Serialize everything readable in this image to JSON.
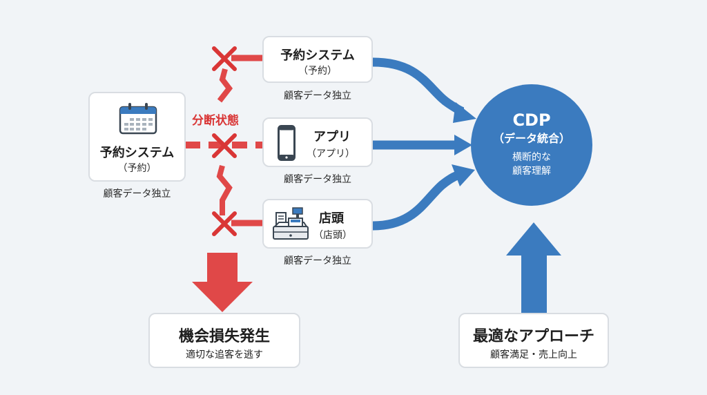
{
  "colors": {
    "background": "#f1f4f7",
    "blue": "#3b7bbf",
    "red": "#e04848",
    "box_border": "#d9dde2"
  },
  "left_box": {
    "icon": "calendar-icon",
    "title": "予約システム",
    "sub": "（予約）",
    "caption": "顧客データ独立"
  },
  "fragmented_label": "分断状態",
  "channels": [
    {
      "icon": "none",
      "title": "予約システム",
      "sub": "（予約）",
      "caption": "顧客データ独立"
    },
    {
      "icon": "smartphone-icon",
      "title": "アプリ",
      "sub": "（アプリ）",
      "caption": "顧客データ独立"
    },
    {
      "icon": "cash-register-icon",
      "title": "店頭",
      "sub": "（店頭）",
      "caption": "顧客データ独立"
    }
  ],
  "cdp": {
    "title": "CDP",
    "sub": "（データ統合）",
    "line1": "横断的な",
    "line2": "顧客理解"
  },
  "loss_box": {
    "title": "機会損失発生",
    "sub": "適切な追客を逃す"
  },
  "approach_box": {
    "title": "最適なアプローチ",
    "sub": "顧客満足・売上向上"
  }
}
